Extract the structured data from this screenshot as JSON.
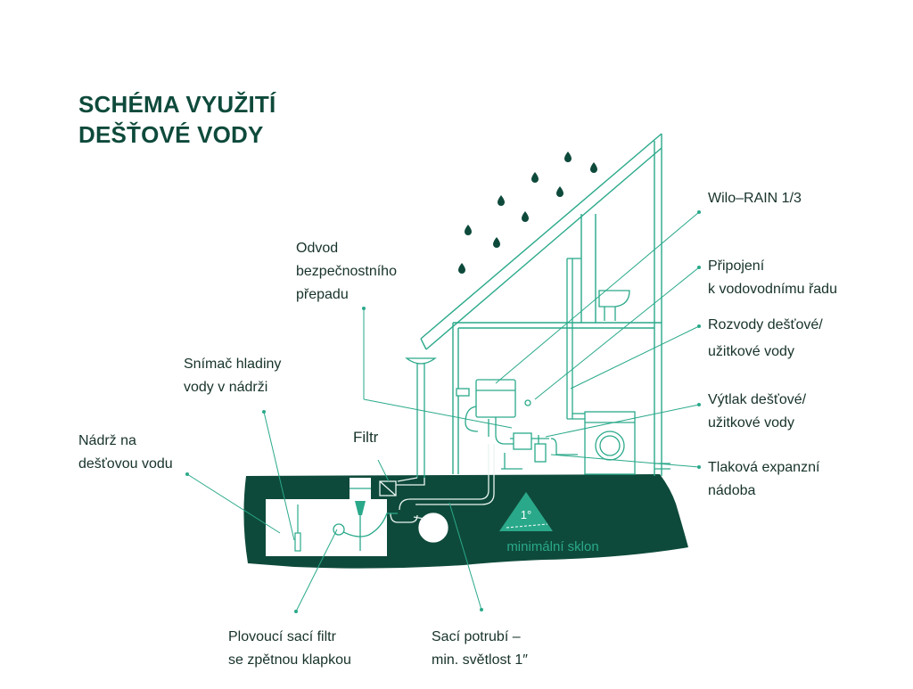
{
  "title": {
    "line1": "SCHÉMA VYUŽITÍ",
    "line2": "DEŠŤOVÉ VODY"
  },
  "labels": {
    "wilo_rain": "Wilo–RAIN 1/3",
    "pripojeni_1": "Připojení",
    "pripojeni_2": "k vodovodnímu řadu",
    "rozvody_1": "Rozvody dešťové/",
    "rozvody_2": "užitkové vody",
    "vytlak_1": "Výtlak dešťové/",
    "vytlak_2": "užitkové vody",
    "tlakova_1": "Tlaková expanzní",
    "tlakova_2": "nádoba",
    "odvod_1": "Odvod",
    "odvod_2": "bezpečnostního",
    "odvod_3": "přepadu",
    "snimac_1": "Snímač hladiny",
    "snimac_2": "vody v nádrži",
    "nadrz_1": "Nádrž na",
    "nadrz_2": "dešťovou vodu",
    "filtr": "Filtr",
    "plovouci_1": "Plovoucí sací filtr",
    "plovouci_2": "se zpětnou klapkou",
    "saci_1": "Sací potrubí –",
    "saci_2": "min. světlost 1″",
    "slope_angle": "1°",
    "slope_text": "minimální sklon"
  },
  "colors": {
    "brand_dark": "#0e4a3b",
    "line_teal": "#2aa98a",
    "text": "#17322b",
    "background": "#ffffff"
  }
}
